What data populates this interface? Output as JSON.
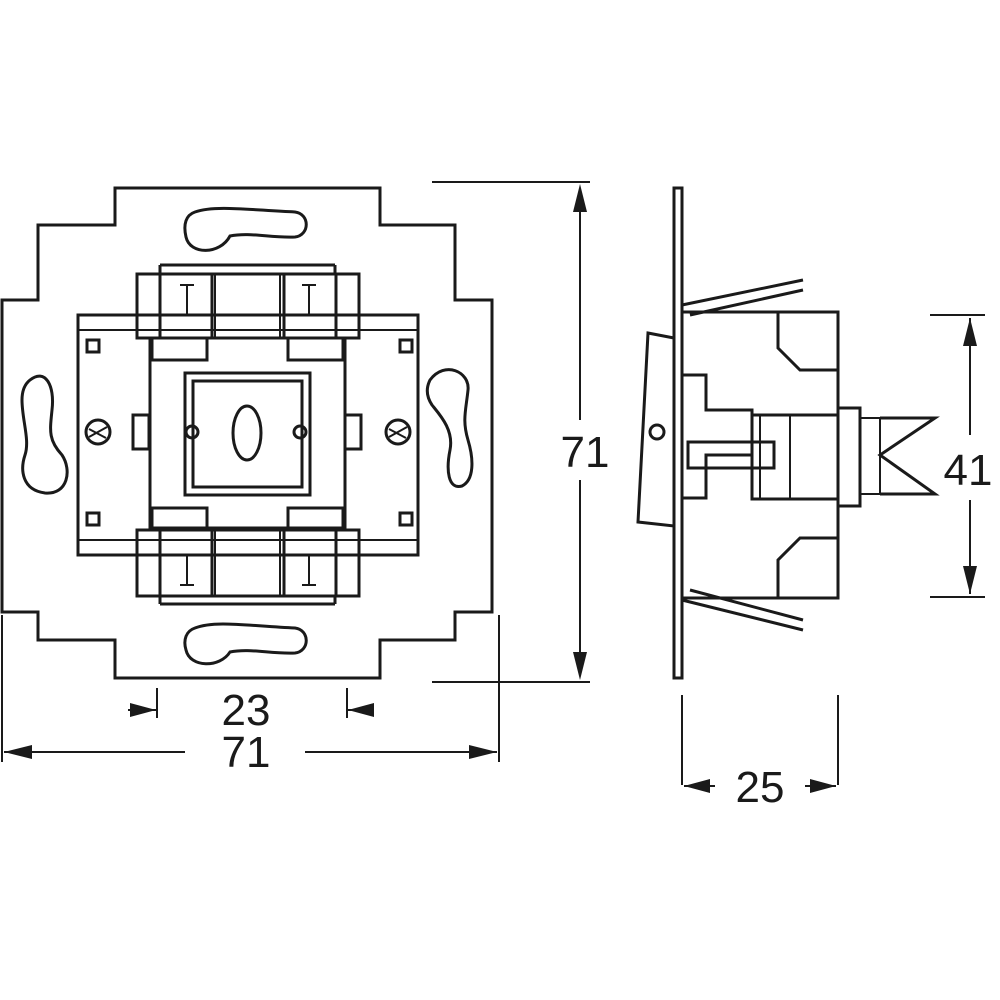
{
  "dimensions": {
    "front_height": "71",
    "front_width": "71",
    "center_spacing": "23",
    "side_height": "41",
    "side_depth": "25"
  },
  "colors": {
    "line": "#1a1a1a",
    "background": "#ffffff"
  }
}
